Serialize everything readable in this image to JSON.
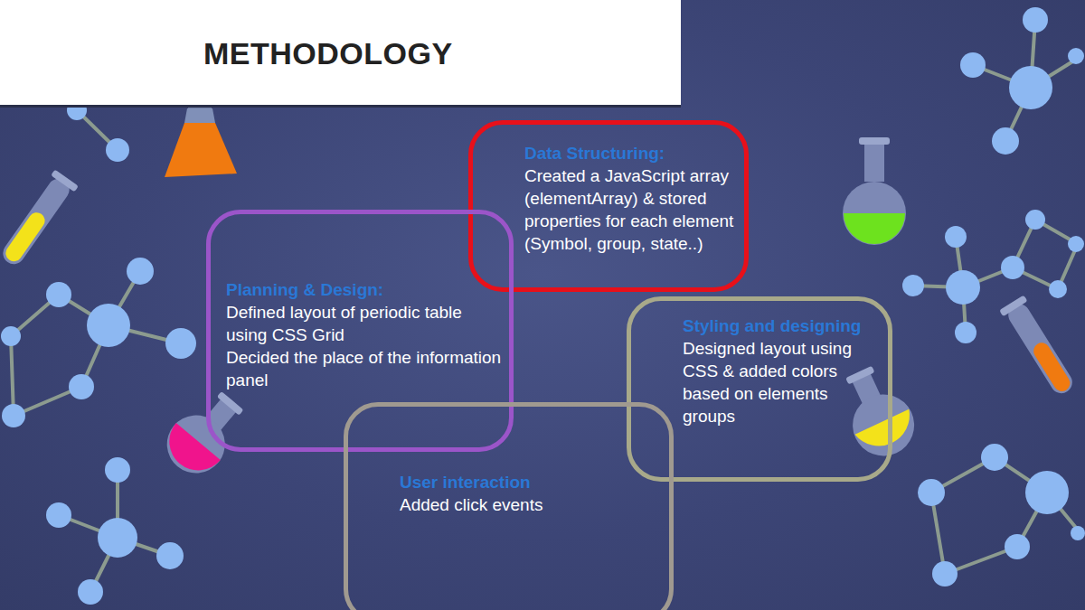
{
  "diagram": {
    "title": "METHODOLOGY",
    "nodes": [
      {
        "text": [
          "Data Structuring:",
          "Created a JavaScript array (elementArray) & stored properties for each element (Symbol, group, state..)"
        ]
      },
      {
        "text": [
          "Planning & Design:",
          "Defined layout of periodic table using CSS Grid",
          "Decided the place of the information panel"
        ]
      },
      {
        "text": [
          "Styling and designing",
          "Designed layout using CSS & added colors based on elements groups"
        ]
      },
      {
        "text": [
          "User interaction",
          "Added click events"
        ]
      }
    ]
  }
}
